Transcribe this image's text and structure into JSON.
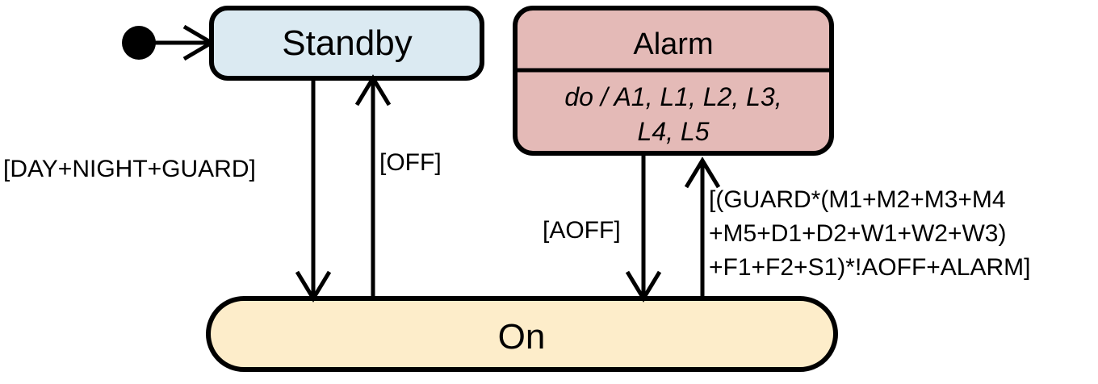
{
  "diagram": {
    "type": "uml-state-machine",
    "background": "#ffffff",
    "stroke_color": "#000000",
    "states": [
      {
        "id": "standby",
        "name": "Standby",
        "fill": "#dbeaf2",
        "body": null
      },
      {
        "id": "alarm",
        "name": "Alarm",
        "fill": "#e4bab7",
        "body": "do / A1, L1, L2, L3,\nL4, L5",
        "body_line1": "do / A1, L1, L2, L3,",
        "body_line2": "L4, L5"
      },
      {
        "id": "on",
        "name": "On",
        "fill": "#fdedca",
        "body": null
      }
    ],
    "initial_node": {
      "name": "initial-pseudostate",
      "target": "standby"
    },
    "transitions": [
      {
        "id": "standby-to-on",
        "from": "standby",
        "to": "on",
        "label": "[DAY+NIGHT+GUARD]"
      },
      {
        "id": "on-to-standby",
        "from": "on",
        "to": "standby",
        "label": "[OFF]"
      },
      {
        "id": "alarm-to-on",
        "from": "alarm",
        "to": "on",
        "label": "[AOFF]"
      },
      {
        "id": "on-to-alarm",
        "from": "on",
        "to": "alarm",
        "label": "[(GUARD*(M1+M2+M3+M4+M5+D1+D2+W1+W2+W3)+F1+F2+S1)*!AOFF+ALARM]",
        "label_line1": "[(GUARD*(M1+M2+M3+M4",
        "label_line2": "+M5+D1+D2+W1+W2+W3)",
        "label_line3": "+F1+F2+S1)*!AOFF+ALARM]"
      }
    ]
  }
}
